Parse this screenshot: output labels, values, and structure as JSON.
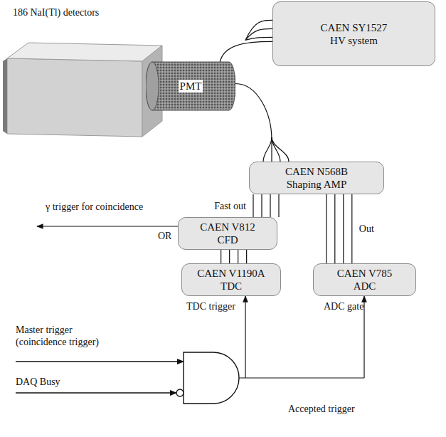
{
  "diagram": {
    "nodes": [
      {
        "text": [
          "CAEN SY1527 HV system"
        ]
      },
      {
        "text": [
          "PMT"
        ]
      },
      {
        "text": [
          "CAEN N568B Shaping AMP"
        ]
      },
      {
        "text": [
          "CAEN V812 CFD"
        ]
      },
      {
        "text": [
          "CAEN V1190A TDC"
        ]
      },
      {
        "text": [
          "CAEN V785 ADC"
        ]
      }
    ],
    "edges": [
      {
        "from": 1,
        "to": 0,
        "arrow": "none"
      },
      {
        "from": 1,
        "to": 2,
        "arrow": "none"
      },
      {
        "from": 2,
        "to": 3,
        "label": "Fast out",
        "arrow": "none"
      },
      {
        "from": 2,
        "to": 5,
        "label": "Out",
        "arrow": "none"
      },
      {
        "from": 3,
        "to": 4,
        "arrow": "none"
      }
    ],
    "labels": [
      "186 NaI(Tl) detectors",
      "γ trigger for coincidence",
      "OR",
      "TDC trigger",
      "ADC gate",
      "Master trigger (coincidence trigger)",
      "DAQ Busy",
      "Accepted trigger"
    ]
  }
}
